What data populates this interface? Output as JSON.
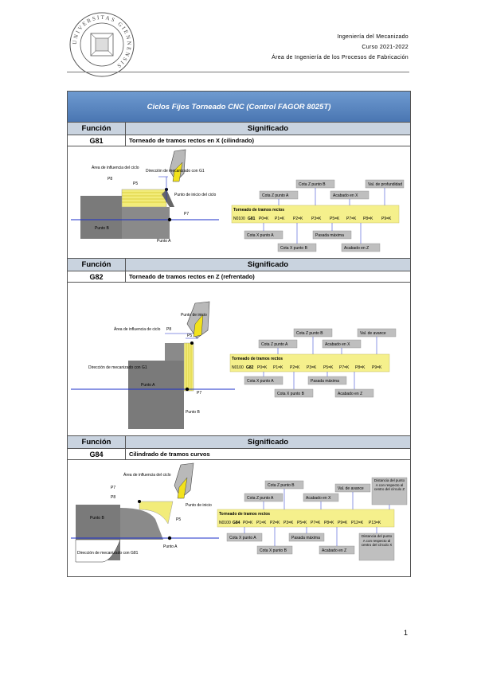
{
  "header": {
    "line1": "Ingeniería del Mecanizado",
    "line2": "Curso 2021-2022",
    "line3": "Área de Ingeniería de los Procesos de Fabricación"
  },
  "seal": {
    "text": "UNIVERSITAS GIENNENSIS"
  },
  "table": {
    "title": "Ciclos Fijos Torneado CNC (Control FAGOR 8025T)",
    "col_function": "Función",
    "col_meaning": "Significado",
    "cycles": [
      {
        "code": "G81",
        "meaning": "Torneado de tramos rectos en X (cilindrado)",
        "labels": {
          "area": "Área de influencia del ciclo",
          "direction": "Dirección de mecanizado con G1",
          "start": "Punto de inicio del ciclo",
          "p8": "P8",
          "p5": "P5",
          "p7": "P7",
          "punto_b": "Punto B",
          "punto_a": "Punto A"
        },
        "panel": {
          "title": "Torneado de tramos rectos",
          "block_prefix": "N0100",
          "block_code": "G81",
          "params": [
            "P0=K",
            "P1=K",
            "P2=K",
            "P3=K",
            "P5=K",
            "P7=K",
            "P8=K",
            "P9=K"
          ],
          "tags_top": [
            "Cota Z punto B",
            "Val. de profundidad",
            "Cota Z punto A",
            "Acabado en X"
          ],
          "tags_bottom": [
            "Cota X punto A",
            "Pasada máxima",
            "Cota X punto B",
            "Acabado en Z"
          ]
        }
      },
      {
        "code": "G82",
        "meaning": "Torneado de tramos rectos en Z (refrentado)",
        "labels": {
          "start": "Punto de inicio",
          "area": "Área de influencia de ciclo",
          "direction": "Dirección de mecanizado con G1",
          "p8": "P8",
          "p5": "P5",
          "p7": "P7",
          "punto_a": "Punto A",
          "punto_b": "Punto B"
        },
        "panel": {
          "title": "Torneado de tramos rectos",
          "block_prefix": "N0100",
          "block_code": "G82",
          "params": [
            "P0=K",
            "P1=K",
            "P2=K",
            "P3=K",
            "P5=K",
            "P7=K",
            "P8=K",
            "P9=K"
          ],
          "tags_top": [
            "Cota Z punto B",
            "Val. de avance",
            "Cota Z punto A",
            "Acabado en X"
          ],
          "tags_bottom": [
            "Cota X punto A",
            "Pasada máxima",
            "Cota X punto B",
            "Acabado en Z"
          ]
        }
      },
      {
        "code": "G84",
        "meaning": "Cilindrado de tramos curvos",
        "labels": {
          "area": "Área de influencia del ciclo",
          "start": "Punto de inicio",
          "direction": "Dirección de mecanizado con G81",
          "p8": "P8",
          "p7": "P7",
          "p5": "P5",
          "punto_b": "Punto B",
          "punto_a": "Punto A"
        },
        "panel": {
          "title": "Torneado de tramos rectos",
          "block_prefix": "N0100",
          "block_code": "G84",
          "params": [
            "P0=K",
            "P1=K",
            "P2=K",
            "P3=K",
            "P5=K",
            "P7=K",
            "P8=K",
            "P9=K",
            "P12=K",
            "P13=K"
          ],
          "tags_top": [
            "Cota Z punto B",
            "Cota Z punto A",
            "Acabado en X",
            "Val. de avance"
          ],
          "tags_bottom": [
            "Cota X punto A",
            "Pasada máxima",
            "Cota X punto B",
            "Acabado en Z"
          ],
          "note_right_top": "Distancia del punto A con respecto al centro del círculo Z",
          "note_right_bottom": "Distancia del punto A con respecto al centro del círculo X"
        }
      }
    ]
  },
  "page_number": "1",
  "colors": {
    "title_band": "#5a86c2",
    "col_header": "#c9d3df",
    "panel_yellow": "#f5f08c",
    "tag_grey": "#bfbfbf",
    "workpiece_grey": "#7a7a7a",
    "tool_yellow": "#f2e21c",
    "axis_blue": "#1a2ec9"
  }
}
